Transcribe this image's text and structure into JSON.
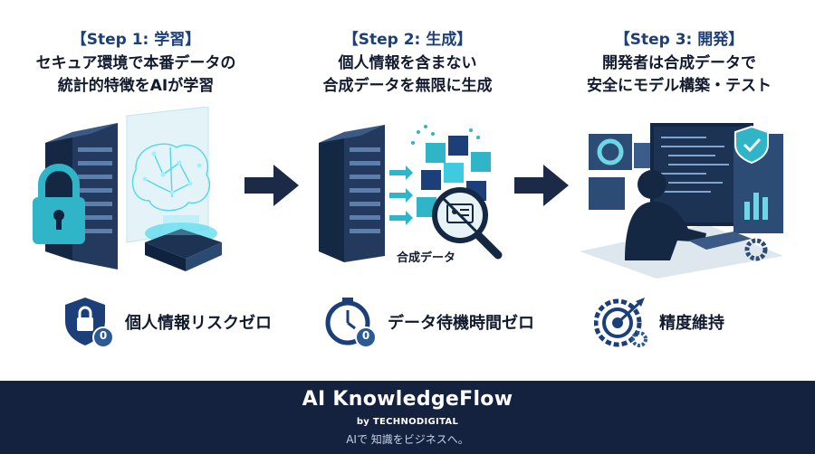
{
  "steps": [
    {
      "heading": "【Step 1: 学習】",
      "desc_line1": "セキュア環境で本番データの",
      "desc_line2": "統計的特徴をAIが学習",
      "benefit": "個人情報リスクゼロ",
      "badge": "0",
      "illustration_icon": "server-lock-brain-icon",
      "benefit_icon": "shield-lock-icon"
    },
    {
      "heading": "【Step 2: 生成】",
      "desc_line1": "個人情報を含まない",
      "desc_line2": "合成データを無限に生成",
      "illustration_label": "合成データ",
      "benefit": "データ待機時間ゼロ",
      "badge": "0",
      "illustration_icon": "server-synthetic-data-icon",
      "benefit_icon": "stopwatch-icon"
    },
    {
      "heading": "【Step 3: 開発】",
      "desc_line1": "開発者は合成データで",
      "desc_line2": "安全にモデル構築・テスト",
      "benefit": "精度維持",
      "illustration_icon": "developer-monitors-icon",
      "benefit_icon": "target-gear-icon"
    }
  ],
  "footer": {
    "title": "AI KnowledgeFlow",
    "by": "by TECHNODIGITAL",
    "tagline": "AIで 知識をビジネスへ。"
  },
  "colors": {
    "navy": "#14213f",
    "dark_blue": "#1c3f7a",
    "teal": "#2fb4c8",
    "arrow": "#1b2a47"
  }
}
